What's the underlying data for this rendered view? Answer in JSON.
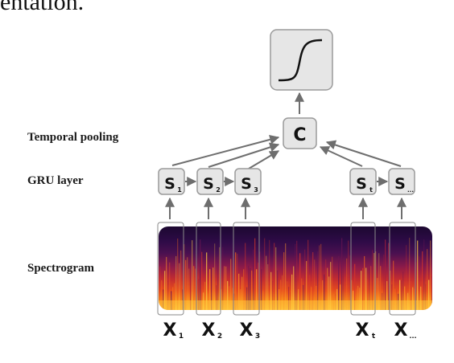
{
  "header_fragment": "entation.",
  "labels": {
    "temporal_pooling": "Temporal pooling",
    "gru_layer": "GRU layer",
    "spectrogram": "Spectrogram"
  },
  "output_node": {
    "icon": "sigmoid-curve-icon"
  },
  "pooling_node": {
    "label": "C"
  },
  "gru_nodes": [
    {
      "letter": "S",
      "sub": "1"
    },
    {
      "letter": "S",
      "sub": "2"
    },
    {
      "letter": "S",
      "sub": "3"
    },
    {
      "letter": "S",
      "sub": "t"
    },
    {
      "letter": "S",
      "sub": "..."
    }
  ],
  "inputs": [
    {
      "letter": "X",
      "sub": "1"
    },
    {
      "letter": "X",
      "sub": "2"
    },
    {
      "letter": "X",
      "sub": "3"
    },
    {
      "letter": "X",
      "sub": "t"
    },
    {
      "letter": "X",
      "sub": "..."
    }
  ],
  "colors": {
    "node_fill": "#e6e6e6",
    "node_stroke": "#9a9a9a",
    "arrow": "#6e6e6e",
    "spectrogram_low": "#2a0a3e",
    "spectrogram_high": "#ffd23a"
  }
}
